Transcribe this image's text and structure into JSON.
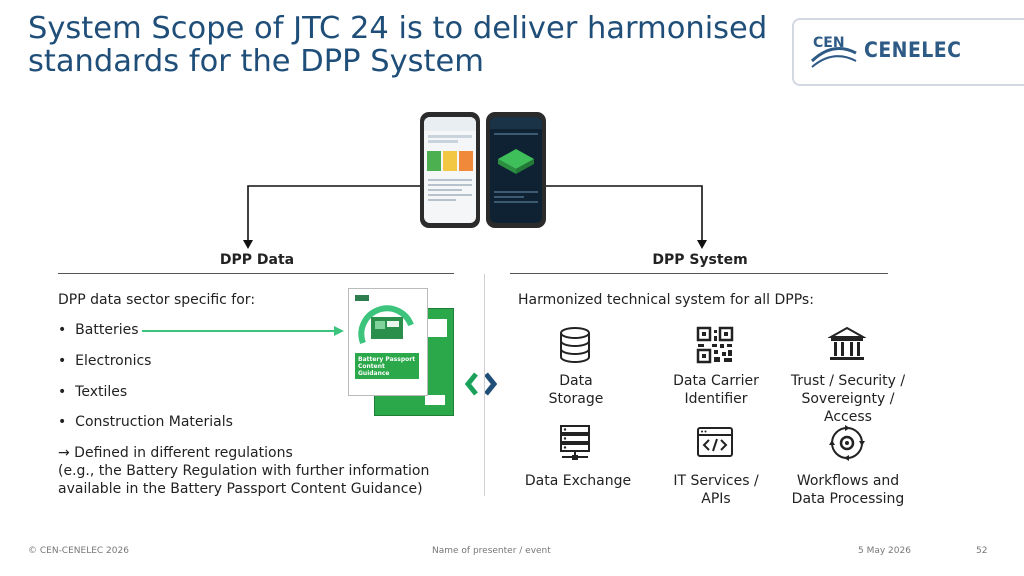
{
  "title": "System Scope of JTC 24 is to deliver harmonised standards for the DPP System",
  "logo": {
    "cen_text": "CEN",
    "cenelec_text": "CENELEC"
  },
  "left": {
    "heading": "DPP Data",
    "intro": "DPP data sector specific for:",
    "bullets": [
      "Batteries",
      "Electronics",
      "Textiles",
      "Construction Materials"
    ],
    "defined": "→ Defined in different regulations",
    "example_line1": "(e.g., the Battery Regulation with further information",
    "example_line2": "available in the Battery Passport Content Guidance)",
    "doc_title": "Battery Passport Content Guidance"
  },
  "right": {
    "heading": "DPP System",
    "intro": "Harmonized technical system for all DPPs:",
    "items": [
      {
        "label1": "Data",
        "label2": "Storage",
        "icon": "database-icon"
      },
      {
        "label1": "Data Carrier",
        "label2": "Identifier",
        "icon": "qr-code-icon"
      },
      {
        "label1": "Trust / Security /",
        "label2": "Sovereignty /",
        "label3": "Access",
        "icon": "institution-icon"
      },
      {
        "label1": "Data Exchange",
        "icon": "server-network-icon"
      },
      {
        "label1": "IT Services /",
        "label2": "APIs",
        "icon": "code-window-icon"
      },
      {
        "label1": "Workflows and",
        "label2": "Data Processing",
        "icon": "gear-cycle-icon"
      }
    ]
  },
  "footer": {
    "copyright": "© CEN-CENELEC 2026",
    "presenter": "Name of presenter / event",
    "date": "5 May 2026",
    "page": "52"
  },
  "colors": {
    "title": "#1f4e79",
    "accent_green": "#3cc47c",
    "logo_blue": "#2e5a86"
  }
}
